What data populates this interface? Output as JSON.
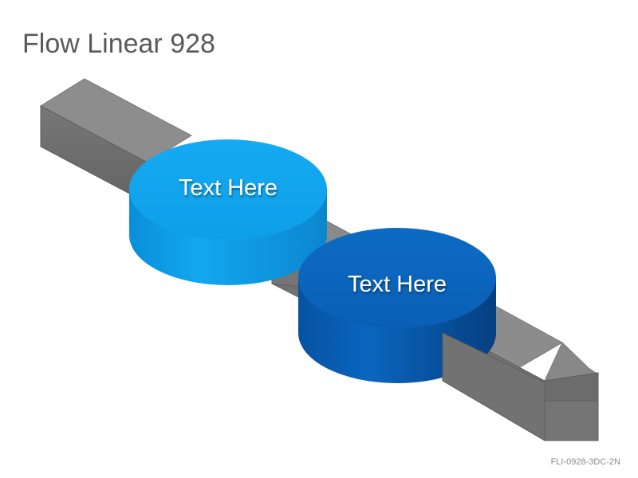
{
  "slide": {
    "title": "Flow Linear 928",
    "code": "FLI-0928-3DC-2N"
  },
  "steps": [
    {
      "label": "Text Here",
      "color_top": "#12a6ef",
      "color_side_light": "#0fa3ee",
      "color_side_dark": "#0b86cf"
    },
    {
      "label": "Text Here",
      "color_top": "#0b63ba",
      "color_side_light": "#0a64bb",
      "color_side_dark": "#06468c"
    }
  ],
  "arrow": {
    "color_side": "#6e6e6e",
    "color_top": "#8c8c8c",
    "color_end": "#777777"
  }
}
